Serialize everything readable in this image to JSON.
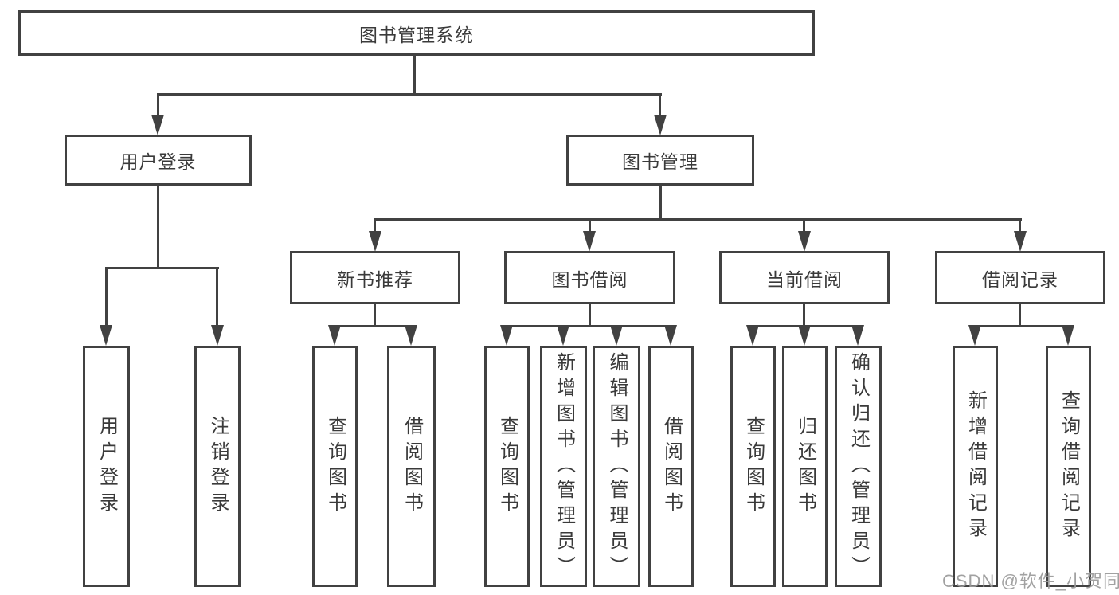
{
  "diagram": {
    "title": "图书管理系统",
    "type": "functional-structure-tree",
    "colors": {
      "line": "#414141",
      "text": "#3a3a3a",
      "watermark": "#9a9a9a",
      "background": "#ffffff"
    },
    "watermark": "CSDN @软件_小贺同学",
    "tree": {
      "label": "图书管理系统",
      "children": [
        {
          "label": "用户登录",
          "children": [
            {
              "label": "用户登录"
            },
            {
              "label": "注销登录"
            }
          ]
        },
        {
          "label": "图书管理",
          "children": [
            {
              "label": "新书推荐",
              "children": [
                {
                  "label": "查询图书"
                },
                {
                  "label": "借阅图书"
                }
              ]
            },
            {
              "label": "图书借阅",
              "children": [
                {
                  "label": "查询图书"
                },
                {
                  "label": "新增图书（管理员）"
                },
                {
                  "label": "编辑图书（管理员）"
                },
                {
                  "label": "借阅图书"
                }
              ]
            },
            {
              "label": "当前借阅",
              "children": [
                {
                  "label": "查询图书"
                },
                {
                  "label": "归还图书"
                },
                {
                  "label": "确认归还（管理员）"
                }
              ]
            },
            {
              "label": "借阅记录",
              "children": [
                {
                  "label": "新增借阅记录"
                },
                {
                  "label": "查询借阅记录"
                }
              ]
            }
          ]
        }
      ]
    }
  }
}
